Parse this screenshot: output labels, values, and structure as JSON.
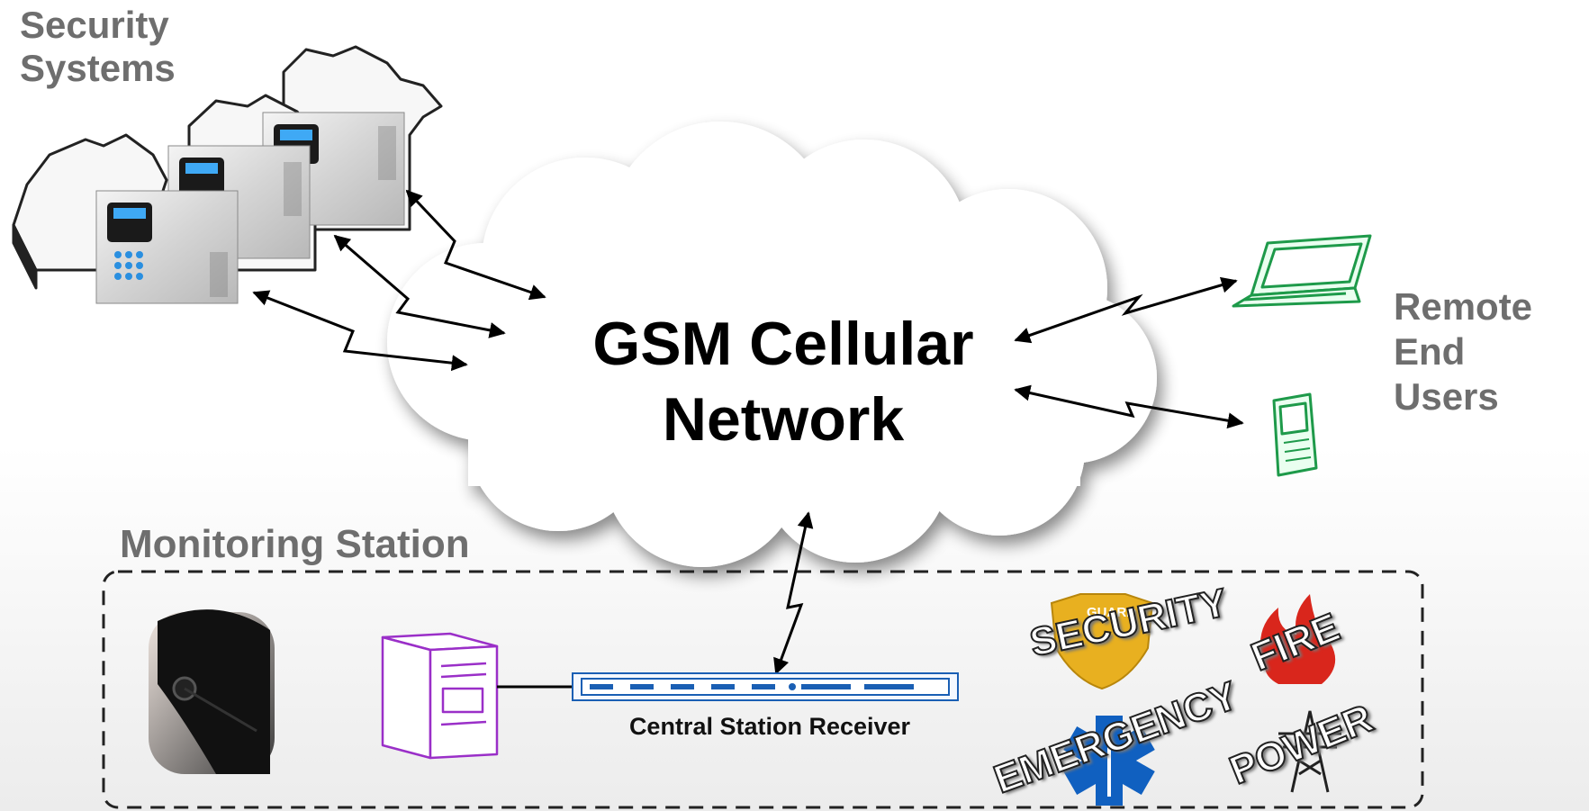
{
  "labels": {
    "security_line1": "Security",
    "security_line2": "Systems",
    "gsm_line1": "GSM Cellular",
    "gsm_line2": "Network",
    "remote_line1": "Remote",
    "remote_line2": "End",
    "remote_line3": "Users",
    "monitoring_station": "Monitoring Station",
    "central_station_receiver": "Central Station Receiver"
  },
  "services": {
    "security": "SECURITY",
    "guard": "GUARD",
    "fire": "FIRE",
    "emergency": "EMERGENCY",
    "power": "POWER"
  },
  "colors": {
    "label_gray": "#6e6e6e",
    "device_green": "#1e9a4a",
    "pc_purple": "#9a2fc8",
    "receiver_blue": "#1a5fb4",
    "panel_screen": "#3fa9f5",
    "keypad_blue": "#2a8fe0",
    "guard_gold": "#e8b020",
    "star_of_life_blue": "#1060c0",
    "fire_red": "#d9261c"
  }
}
